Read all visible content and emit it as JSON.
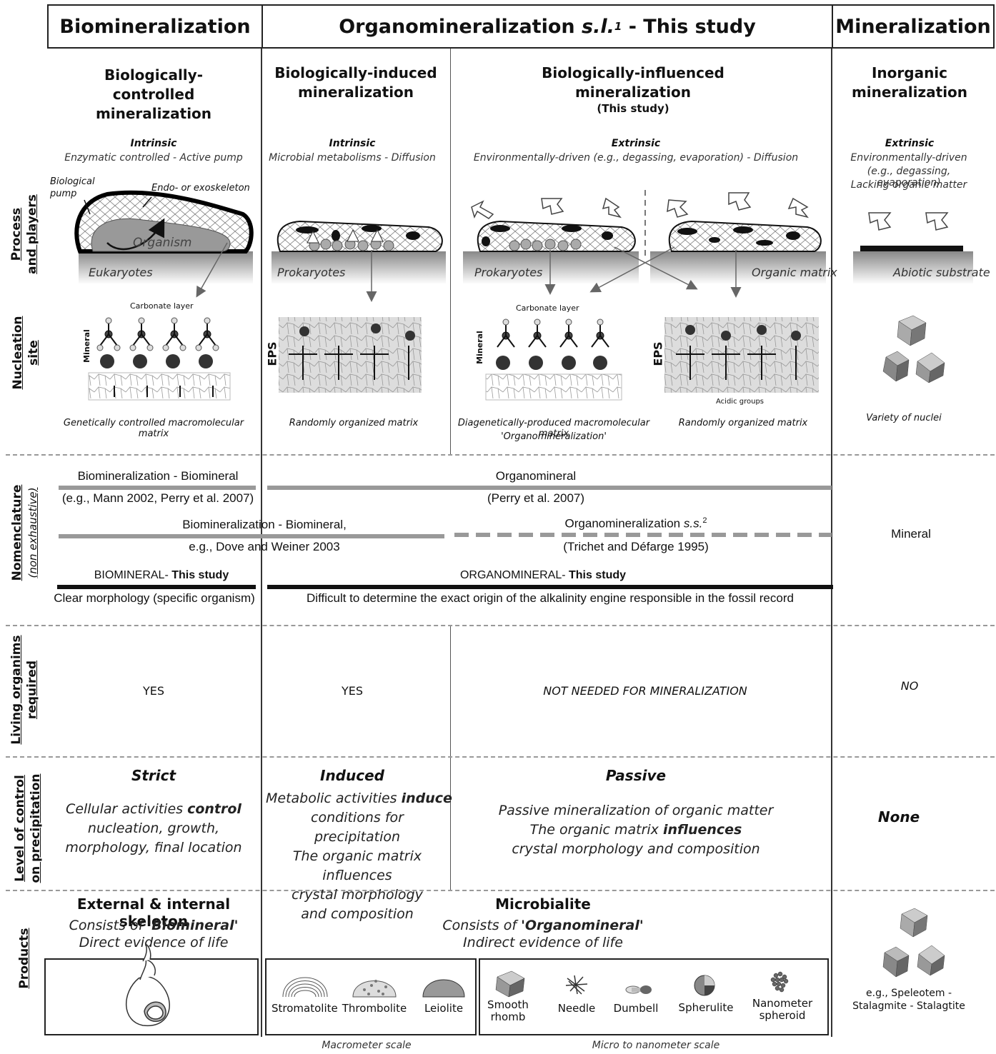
{
  "headers": {
    "biomineralization": "Biomineralization",
    "organo_main": "Organomineralization",
    "organo_sl": "s.l.",
    "organo_sup": "1",
    "organo_tail": " - This study",
    "mineralization": "Mineralization"
  },
  "row_labels": {
    "process_1": "Process",
    "process_2": "and players",
    "nucleation_1": "Nucleation",
    "nucleation_2": "site",
    "nomenclature": "Nomenclature",
    "nomenclature_sub": "(non exhaustive)",
    "living_1": "Living organims",
    "living_2": "required",
    "control_1": "Level of control",
    "control_2": "on precipitation",
    "products": "Products"
  },
  "columns": {
    "controlled": {
      "title": "Biologically-controlled mineralization",
      "driver": "Intrinsic",
      "driver_desc": "Enzymatic controlled - Active pump",
      "label_pump": "Biological pump",
      "label_skeleton": "Endo- or exoskeleton",
      "label_organism": "Organism",
      "substrate": "Eukaryotes",
      "carbonate_layer": "Carbonate layer",
      "mineral": "Mineral",
      "matrix": "Genetically controlled macromolecular matrix",
      "living": "YES",
      "control_title": "Strict",
      "control_l1a": "Cellular activities ",
      "control_l1b": "control",
      "control_l2": "nucleation, growth,",
      "control_l3": "morphology, final location"
    },
    "induced": {
      "title": "Biologically-induced mineralization",
      "driver": "Intrinsic",
      "driver_desc": "Microbial metabolisms - Diffusion",
      "substrate": "Prokaryotes",
      "eps": "EPS",
      "matrix": "Randomly organized matrix",
      "living": "YES",
      "control_title": "Induced",
      "control_l1a": "Metabolic activities ",
      "control_l1b": "induce",
      "control_l2": "conditions for precipitation",
      "control_l3": "The organic matrix influences",
      "control_l4": "crystal morphology",
      "control_l5": "and composition"
    },
    "influenced": {
      "title": "Biologically-influenced mineralization",
      "subtitle": "(This study)",
      "driver": "Extrinsic",
      "driver_desc": "Environmentally-driven (e.g., degassing, evaporation) - Diffusion",
      "substrate_left": "Prokaryotes",
      "substrate_right": "Organic matrix",
      "carbonate_layer": "Carbonate layer",
      "mineral": "Mineral",
      "eps": "EPS",
      "acidic": "Acidic groups",
      "matrix_left_1": "Diagenetically-produced macromolecular matrix",
      "matrix_left_2": "'Organomineralization'",
      "matrix_right": "Randomly organized matrix",
      "living": "NOT NEEDED FOR MINERALIZATION",
      "control_title": "Passive",
      "control_l1": "Passive mineralization of organic matter",
      "control_l2a": "The organic matrix ",
      "control_l2b": "influences",
      "control_l3": "crystal morphology and composition"
    },
    "inorganic": {
      "title": "Inorganic mineralization",
      "driver": "Extrinsic",
      "driver_desc_1": "Environmentally-driven",
      "driver_desc_2": "(e.g., degassing, evaporation)",
      "driver_desc_3": "Lacking organic matter",
      "substrate": "Abiotic substrate",
      "nuclei": "Variety of nuclei",
      "living": "NO",
      "control_title": "None",
      "nomenclature": "Mineral",
      "products": "e.g., Speleotem - Stalagmite - Stalagtite"
    }
  },
  "nomenclature": {
    "bio_1": "Biomineralization - Biomineral",
    "bio_1_ref": "(e.g., Mann 2002, Perry et al. 2007)",
    "organo_1": "Organomineral",
    "organo_1_ref": "(Perry et al. 2007)",
    "bio_2": "Biomineralization - Biomineral,",
    "bio_2_ref": "e.g.,  Dove and Weiner 2003",
    "organo_2a": "Organomineralization ",
    "organo_2b": "s.s.",
    "organo_2c": "2",
    "organo_2_ref": "(Trichet and Défarge 1995)",
    "bio_3a": "BIOMINERAL- ",
    "bio_3b": "This study",
    "bio_3_desc": "Clear morphology (specific organism)",
    "organo_3a": "ORGANOMINERAL- ",
    "organo_3b": "This study",
    "organo_3_desc": "Difficult to determine the exact origin of the alkalinity engine responsible in the fossil record"
  },
  "products": {
    "skeleton_title": "External & internal skeleton",
    "skeleton_l1a": "Consists of ",
    "skeleton_l1b": "'Biomineral'",
    "skeleton_l2": "Direct evidence of life",
    "microbialite_title": "Microbialite",
    "microbialite_l1a": "Consists of ",
    "microbialite_l1b": "'Organomineral'",
    "microbialite_l2": "Indirect evidence of life",
    "macro": [
      "Stromatolite",
      "Thrombolite",
      "Leiolite"
    ],
    "micro": [
      "Smooth rhomb",
      "Needle",
      "Dumbell",
      "Spherulite",
      "Nanometer spheroid"
    ],
    "macro_scale": "Macrometer scale",
    "micro_scale": "Micro to nanometer scale"
  }
}
